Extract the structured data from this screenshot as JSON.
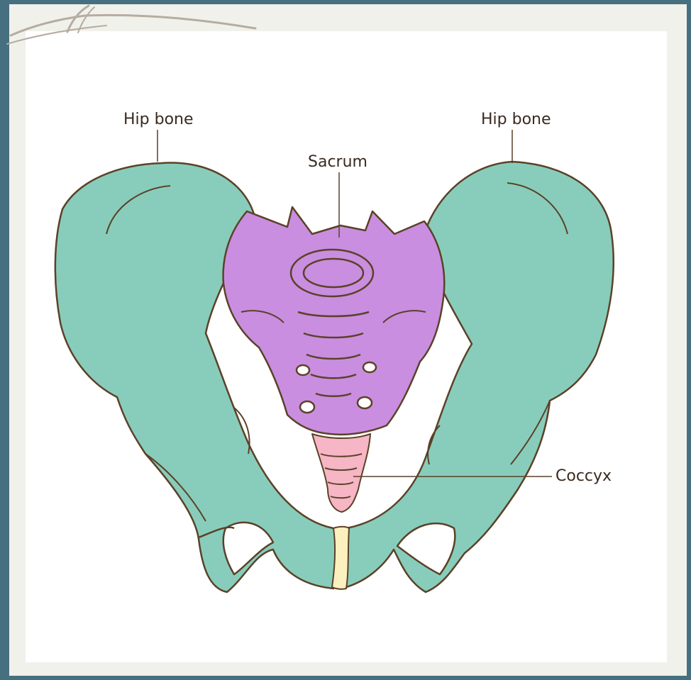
{
  "labels": {
    "hip_bone_left": "Hip bone",
    "hip_bone_right": "Hip bone",
    "sacrum": "Sacrum",
    "coccyx": "Coccyx"
  },
  "colors": {
    "frame": "#46707f",
    "hip_bone": "#88cdbb",
    "sacrum": "#c98ee0",
    "coccyx": "#f6b6c6",
    "pubic_symphysis": "#fbf0be",
    "outline": "#5b4128"
  }
}
